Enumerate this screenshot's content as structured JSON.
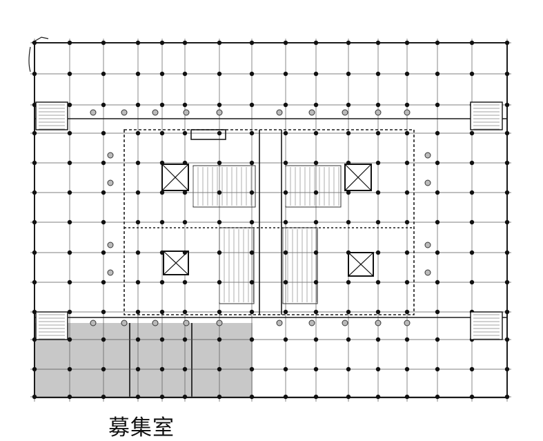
{
  "caption": "募集室",
  "colors": {
    "background": "#ffffff",
    "line": "#1a1a1a",
    "shaded_area": "#c8c8c8",
    "column": "#111111"
  },
  "plan": {
    "grid_cols": 15,
    "grid_rows": 11,
    "recruitment_bays": 3,
    "stair_cores": 4,
    "elevator_shafts": 4,
    "icons": [
      "column-dot-icon",
      "grey-column-icon",
      "elevator-shaft-icon",
      "stair-icon"
    ]
  }
}
